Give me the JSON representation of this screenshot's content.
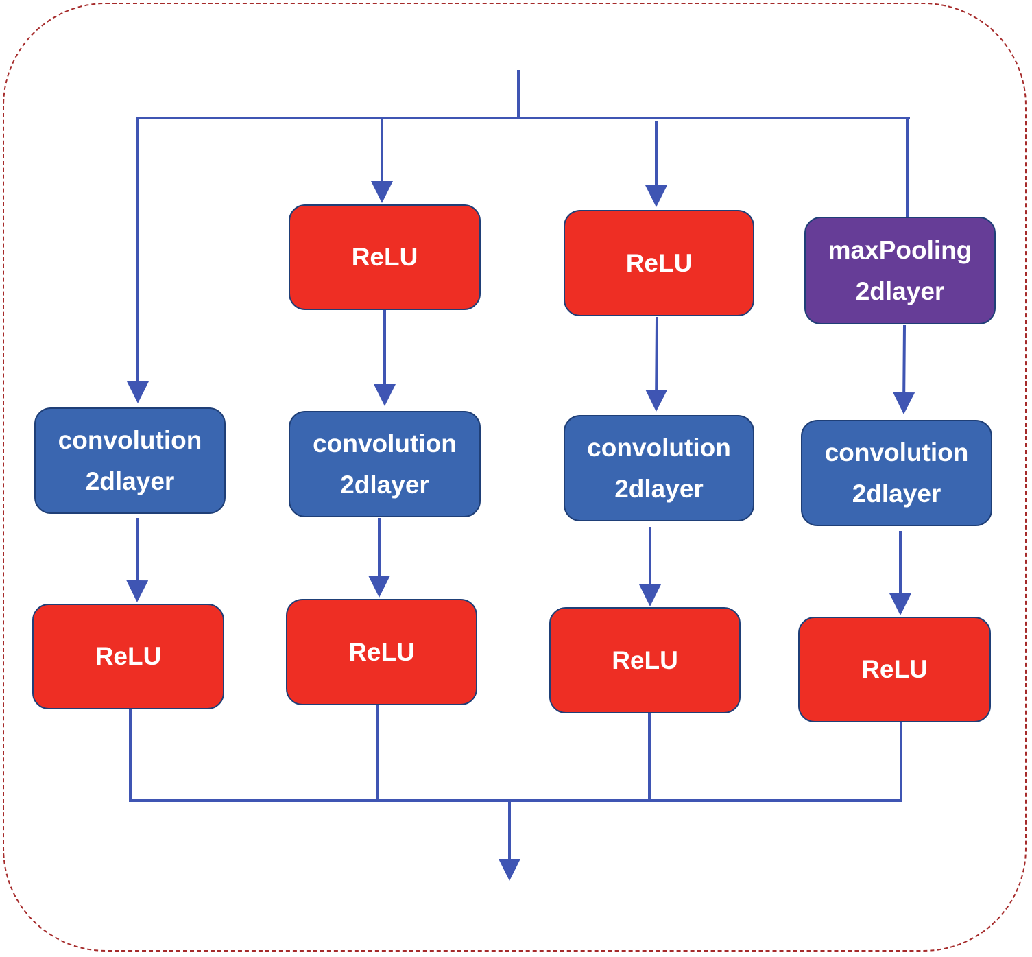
{
  "colors": {
    "relu": "#ee2e24",
    "convolution": "#3a66b0",
    "maxpooling": "#663d97",
    "node_text": "#ffffff",
    "arrows": "#3f55b3",
    "frame_border": "#a52a2a"
  },
  "nodes": {
    "relu_b1": {
      "lines": [
        "ReLU"
      ]
    },
    "relu_c1": {
      "lines": [
        "ReLU"
      ]
    },
    "maxpool_d1": {
      "lines": [
        "maxPooling",
        "2dlayer"
      ]
    },
    "conv_a": {
      "lines": [
        "convolution",
        "2dlayer"
      ]
    },
    "conv_b": {
      "lines": [
        "convolution",
        "2dlayer"
      ]
    },
    "conv_c": {
      "lines": [
        "convolution",
        "2dlayer"
      ]
    },
    "conv_d": {
      "lines": [
        "convolution",
        "2dlayer"
      ]
    },
    "relu_a2": {
      "lines": [
        "ReLU"
      ]
    },
    "relu_b2": {
      "lines": [
        "ReLU"
      ]
    },
    "relu_c2": {
      "lines": [
        "ReLU"
      ]
    },
    "relu_d2": {
      "lines": [
        "ReLU"
      ]
    }
  }
}
